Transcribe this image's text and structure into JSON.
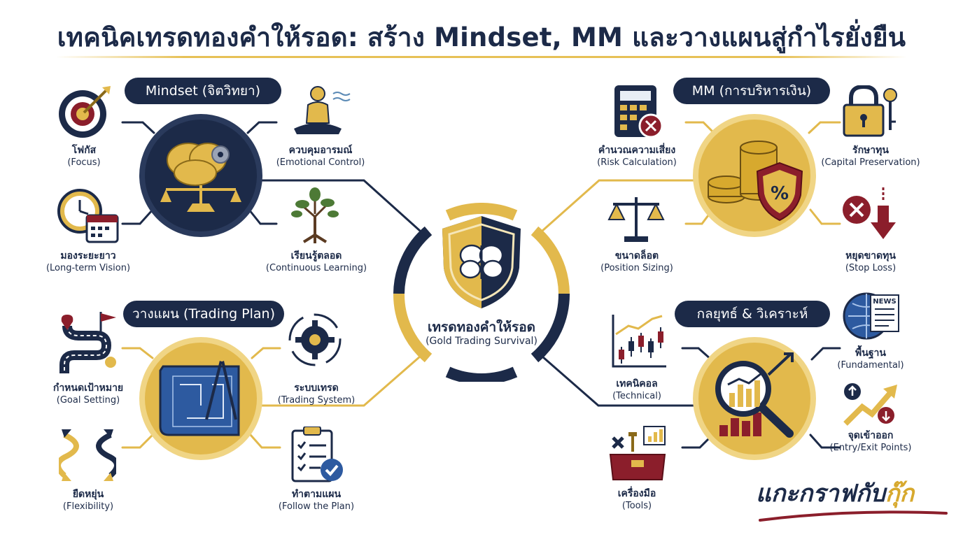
{
  "title": "เทคนิคเทรดทองคำให้รอด: สร้าง Mindset, MM และวางแผนสู่กำไรยั่งยืน",
  "center": {
    "th": "เทรดทองคำให้รอด",
    "en": "(Gold Trading Survival)"
  },
  "sections": {
    "mindset": {
      "header": "Mindset (จิตวิทยา)",
      "items": [
        {
          "th": "โฟกัส",
          "en": "(Focus)"
        },
        {
          "th": "มองระยะยาว",
          "en": "(Long-term Vision)"
        },
        {
          "th": "ควบคุมอารมณ์",
          "en": "(Emotional Control)"
        },
        {
          "th": "เรียนรู้ตลอด",
          "en": "(Continuous Learning)"
        }
      ]
    },
    "mm": {
      "header": "MM (การบริหารเงิน)",
      "items": [
        {
          "th": "คำนวณความเสี่ยง",
          "en": "(Risk Calculation)"
        },
        {
          "th": "ขนาดล็อต",
          "en": "(Position Sizing)"
        },
        {
          "th": "รักษาทุน",
          "en": "(Capital Preservation)"
        },
        {
          "th": "หยุดขาดทุน",
          "en": "(Stop Loss)"
        }
      ]
    },
    "plan": {
      "header": "วางแผน (Trading Plan)",
      "items": [
        {
          "th": "กำหนดเป้าหมาย",
          "en": "(Goal Setting)"
        },
        {
          "th": "ยืดหยุ่น",
          "en": "(Flexibility)"
        },
        {
          "th": "ระบบเทรด",
          "en": "(Trading System)"
        },
        {
          "th": "ทำตามแผน",
          "en": "(Follow the Plan)"
        }
      ]
    },
    "strategy": {
      "header": "กลยุทธ์ & วิเคราะห์",
      "items": [
        {
          "th": "เทคนิคอล",
          "en": "(Technical)"
        },
        {
          "th": "เครื่องมือ",
          "en": "(Tools)"
        },
        {
          "th": "พื้นฐาน",
          "en": "(Fundamental)"
        },
        {
          "th": "จุดเข้าออก",
          "en": "(Entry/Exit Points)"
        }
      ]
    }
  },
  "icons": {
    "mindset_hub": "brain-gears-scale-icon",
    "mm_hub": "coins-shield-percent-icon",
    "plan_hub": "blueprint-compass-icon",
    "strategy_hub": "magnifier-chart-icon",
    "center": "shield-brain-icon",
    "calculator": "calculator-icon",
    "scale": "balance-scale-icon",
    "lock": "padlock-key-icon",
    "stop": "stop-loss-arrow-icon",
    "candles": "candlestick-chart-icon",
    "tools": "toolbox-icon",
    "news": "globe-news-icon",
    "arrows": "entry-exit-arrows-icon"
  },
  "colors": {
    "navy": "#1c2a48",
    "gold": "#e2b94c",
    "red": "#8b1e2b"
  },
  "brand": {
    "text": "แกะกราฟกับ",
    "highlight": "กุ๊ก"
  }
}
